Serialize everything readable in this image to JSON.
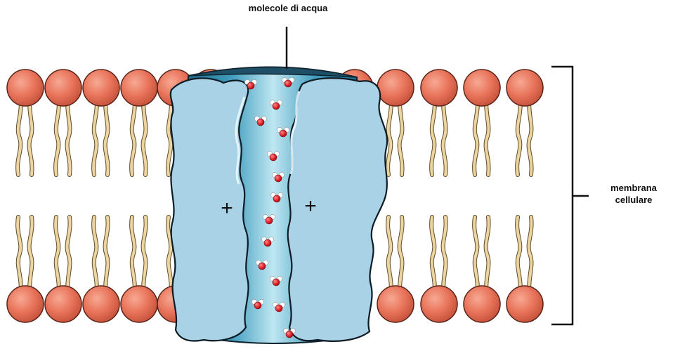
{
  "labels": {
    "water_molecules": "molecole di acqua",
    "membrane_line1": "membrana",
    "membrane_line2": "cellulare",
    "plus_left": "+",
    "plus_right": "+"
  },
  "colors": {
    "lipid_head": "#e8735a",
    "lipid_tail": "#ecd5a0",
    "channel_protein": "#a9d2e6",
    "pore": "#4aa6c4",
    "water_oxygen": "#e0232b",
    "water_hydrogen": "#ffffff"
  },
  "water_molecule_count": 15
}
